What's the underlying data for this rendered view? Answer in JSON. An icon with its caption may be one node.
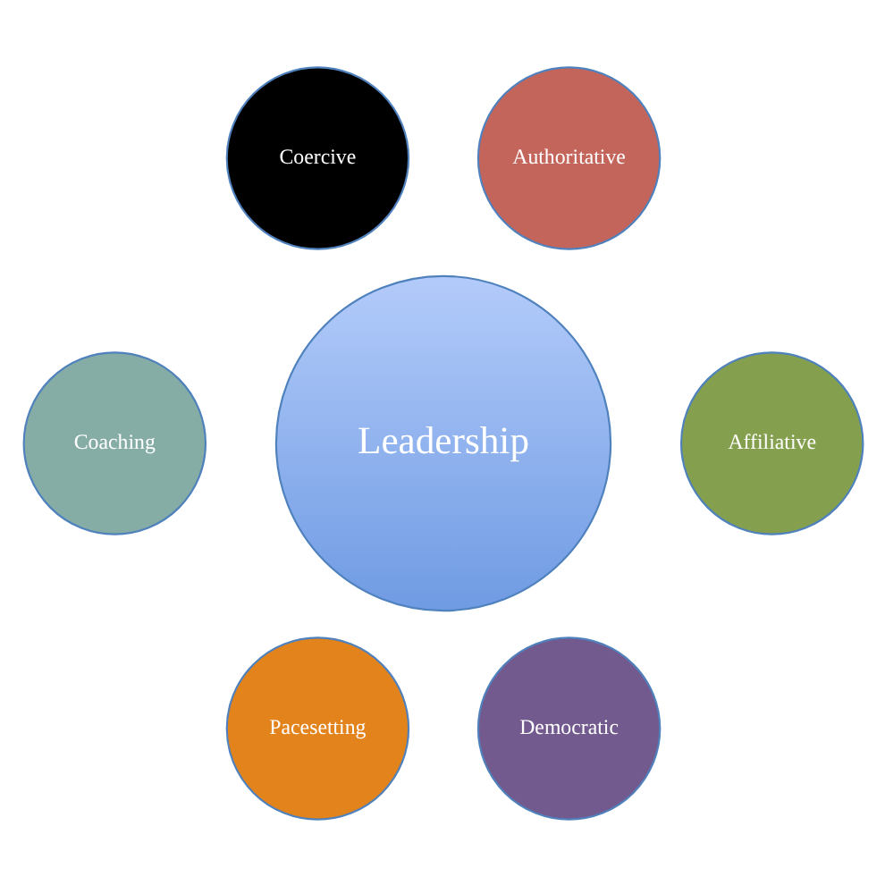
{
  "diagram": {
    "nodes": [
      {
        "text": [
          "Coercive"
        ]
      },
      {
        "text": [
          "Authoritative"
        ]
      },
      {
        "text": [
          "Coaching"
        ]
      },
      {
        "text": [
          "Leadership"
        ]
      },
      {
        "text": [
          "Affiliative"
        ]
      },
      {
        "text": [
          "Pacesetting"
        ]
      },
      {
        "text": [
          "Democratic"
        ]
      }
    ]
  }
}
